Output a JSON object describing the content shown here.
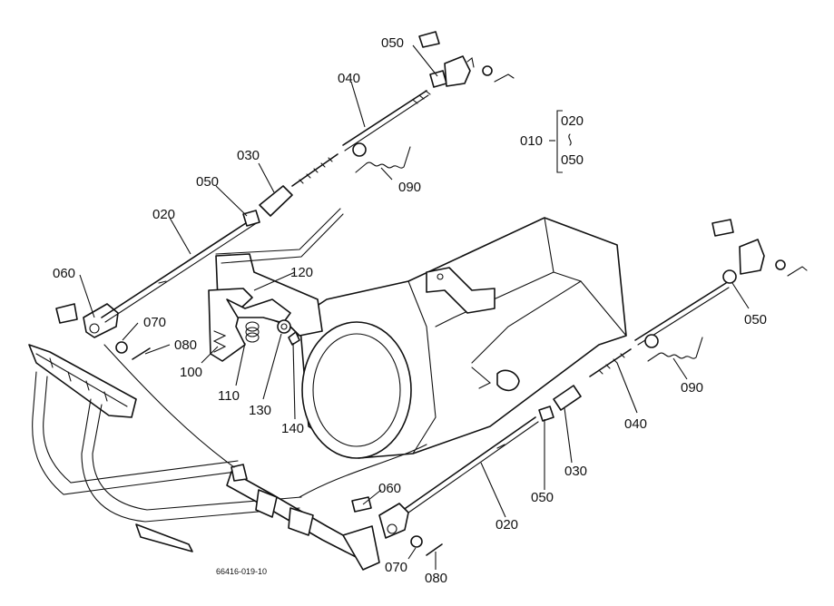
{
  "labels": {
    "c050_top": "050",
    "c040_top": "040",
    "c030_top": "030",
    "c050_left": "050",
    "c020_left": "020",
    "c060_left": "060",
    "c070_left": "070",
    "c080_left": "080",
    "c090_top": "090",
    "c120": "120",
    "c100": "100",
    "c110": "110",
    "c130": "130",
    "c140": "140",
    "c010": "010",
    "c010_a": "020",
    "c010_b": "050",
    "c050_right": "050",
    "c090_right": "090",
    "c040_right": "040",
    "c030_right": "030",
    "c050_bottom": "050",
    "c020_bottom": "020",
    "c060_bottom": "060",
    "c070_bottom": "070",
    "c080_bottom": "080",
    "drawing_no": "66416-019-10"
  }
}
